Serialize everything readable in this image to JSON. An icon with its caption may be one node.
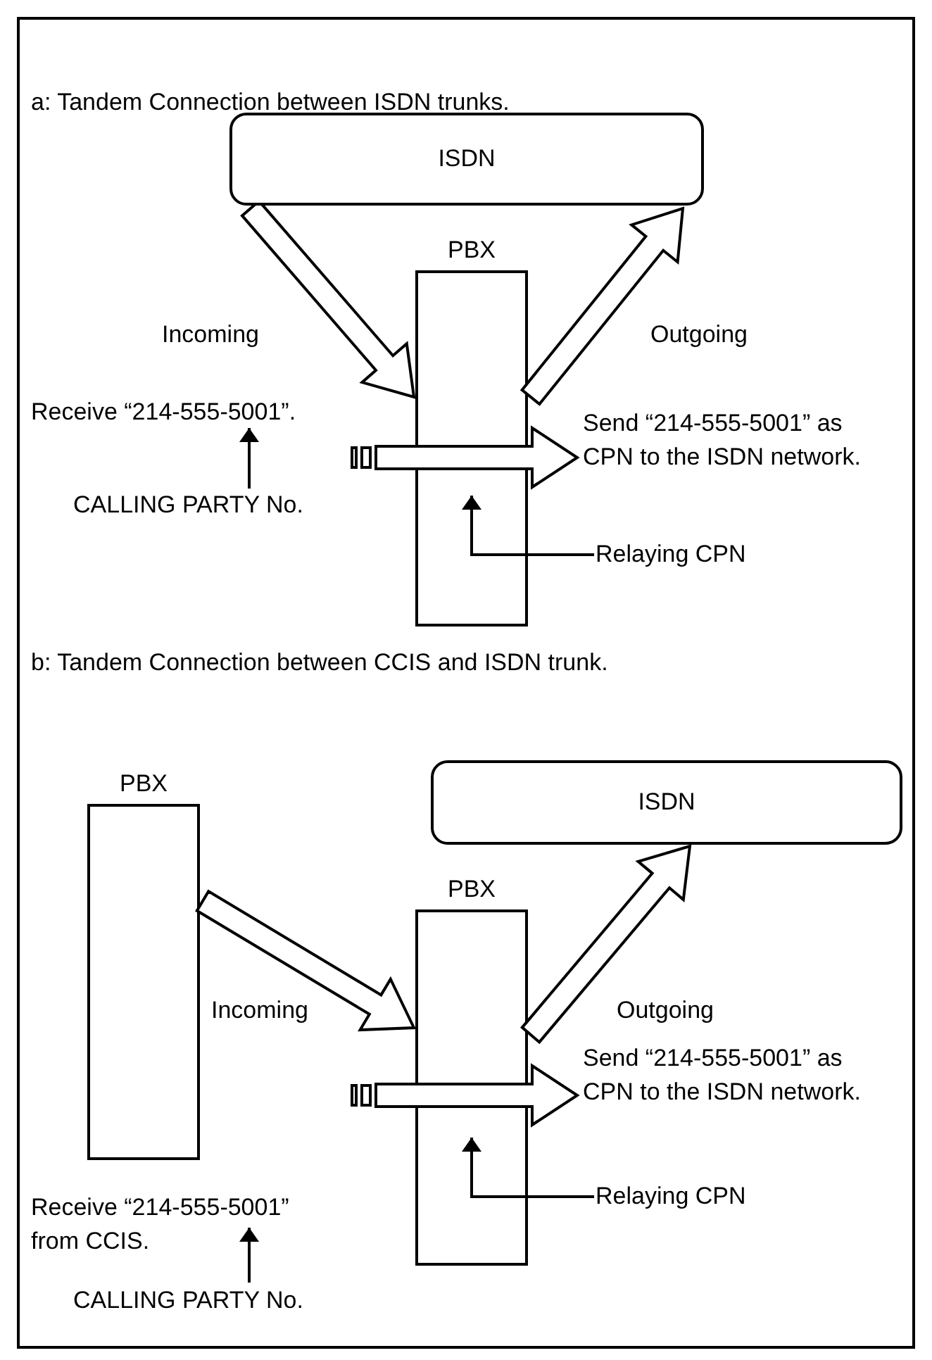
{
  "diagram": {
    "nodes": [
      {
        "text": [
          "ISDN"
        ]
      },
      {
        "text": [
          "PBX"
        ]
      },
      {
        "text": [
          "Receive “214-555-5001”."
        ]
      },
      {
        "text": [
          "CALLING PARTY No."
        ]
      },
      {
        "text": [
          "Send “214-555-5001” as CPN to the ISDN network."
        ]
      },
      {
        "text": [
          "Relaying CPN"
        ]
      },
      {
        "text": [
          "PBX"
        ]
      },
      {
        "text": [
          "ISDN"
        ]
      },
      {
        "text": [
          "PBX"
        ]
      },
      {
        "text": [
          "Receive “214-555-5001” from CCIS."
        ]
      },
      {
        "text": [
          "CALLING PARTY No."
        ]
      },
      {
        "text": [
          "Send “214-555-5001” as CPN to the ISDN network."
        ]
      },
      {
        "text": [
          "Relaying CPN"
        ]
      }
    ],
    "edges": [
      {
        "from": 0,
        "to": 1,
        "arrow": "to",
        "label": "Incoming",
        "style": "thick"
      },
      {
        "from": 1,
        "to": 0,
        "arrow": "to",
        "label": "Outgoing",
        "style": "thick"
      },
      {
        "from": 3,
        "to": 2,
        "arrow": "to"
      },
      {
        "from": null,
        "to": 4,
        "arrow": "to",
        "style": "thick"
      },
      {
        "from": 5,
        "to": 1,
        "arrow": "to"
      },
      {
        "from": 6,
        "to": 8,
        "arrow": "to",
        "label": "Incoming",
        "style": "thick"
      },
      {
        "from": 8,
        "to": 7,
        "arrow": "to",
        "label": "Outgoing",
        "style": "thick"
      },
      {
        "from": 10,
        "to": 9,
        "arrow": "to"
      },
      {
        "from": null,
        "to": 11,
        "arrow": "to",
        "style": "thick"
      },
      {
        "from": 12,
        "to": 8,
        "arrow": "to"
      }
    ],
    "labels": [
      "a: Tandem Connection between ISDN trunks.",
      "b: Tandem Connection between CCIS and ISDN trunk."
    ]
  }
}
